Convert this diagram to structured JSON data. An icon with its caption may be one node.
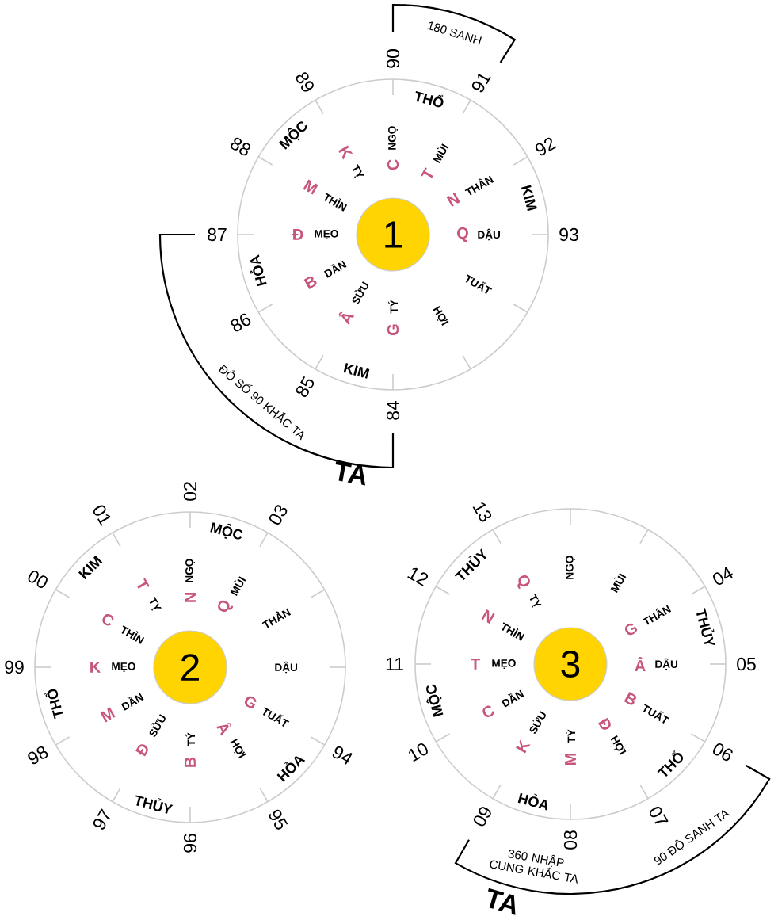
{
  "diagram": {
    "nodes": [
      {
        "text": [
          "1"
        ]
      },
      {
        "text": [
          "2"
        ]
      },
      {
        "text": [
          "3"
        ]
      }
    ],
    "labels": [
      "88",
      "89",
      "90",
      "91",
      "92",
      "93",
      "84",
      "85",
      "86",
      "87",
      "MỘC",
      "THỔ",
      "KIM",
      "KIM",
      "HỎA",
      "C",
      "NGỌ",
      "T",
      "MÙI",
      "N",
      "THÂN",
      "Q",
      "DẬU",
      "TUẤT",
      "HỢI",
      "G",
      "TÝ",
      "Â",
      "SỬU",
      "B",
      "DẦN",
      "Đ",
      "MẸO",
      "M",
      "THÌN",
      "K",
      "TỴ",
      "180 SANH",
      "ĐỘ SỐ 90 KHẮC TA",
      "TA",
      "00",
      "01",
      "02",
      "03",
      "94",
      "95",
      "96",
      "97",
      "98",
      "99",
      "KIM",
      "MỘC",
      "HỎA",
      "THỦY",
      "THỔ",
      "N",
      "NGỌ",
      "Q",
      "MÙI",
      "THÂN",
      "DẬU",
      "G",
      "TUẤT",
      "Â",
      "HỢI",
      "B",
      "TÝ",
      "Đ",
      "SỬU",
      "M",
      "DẦN",
      "K",
      "MẸO",
      "C",
      "THÌN",
      "T",
      "TỴ",
      "12",
      "13",
      "04",
      "05",
      "06",
      "07",
      "08",
      "09",
      "10",
      "11",
      "THỦY",
      "THỦY",
      "THỔ",
      "HỎA",
      "MỘC",
      "NGỌ",
      "MÙI",
      "G",
      "THÂN",
      "Â",
      "DẬU",
      "B",
      "TUẤT",
      "Đ",
      "HỢI",
      "M",
      "TÝ",
      "K",
      "SỬU",
      "C",
      "DẦN",
      "T",
      "MẸO",
      "N",
      "THÌN",
      "Q",
      "TỴ",
      "360 NHẬP CUNG KHẮC TA",
      "90 ĐỘ SANH TA",
      "TA"
    ]
  }
}
